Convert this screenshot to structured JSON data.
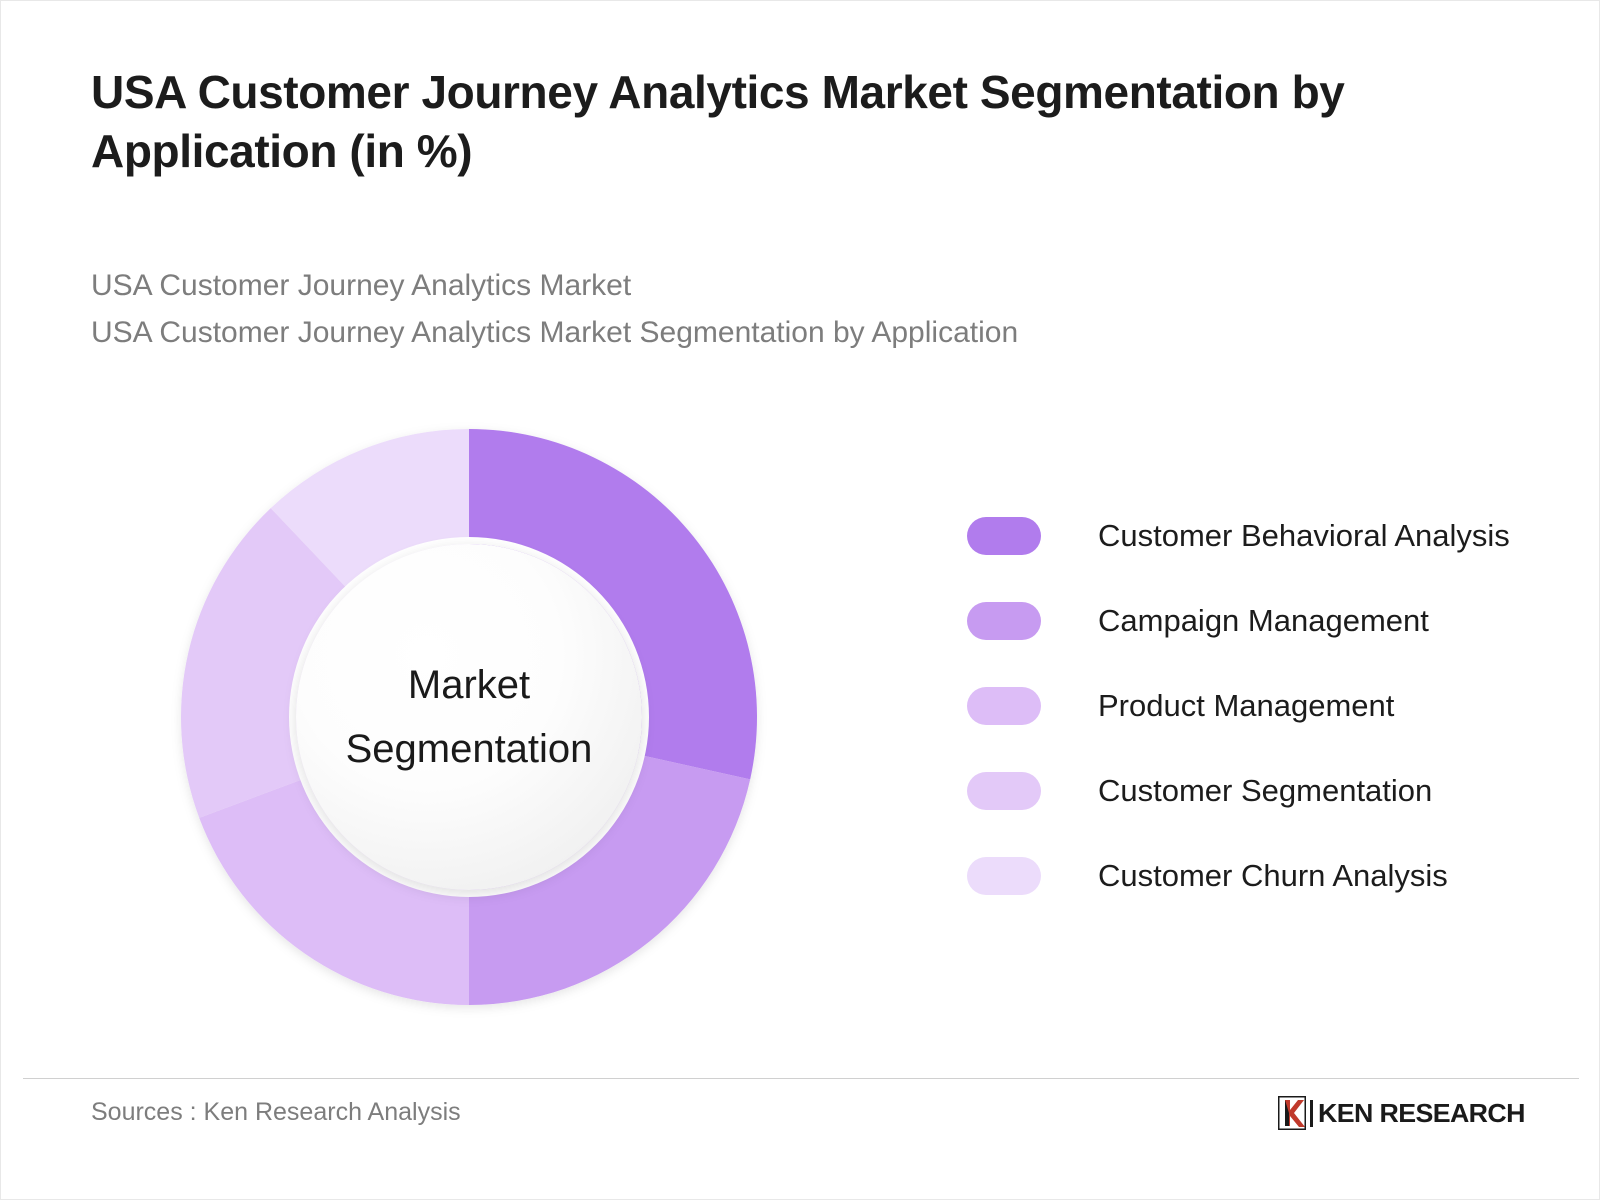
{
  "header": {
    "title": "USA Customer Journey Analytics Market Segmentation by Application (in %)",
    "subtitle_line1": "USA Customer Journey Analytics Market",
    "subtitle_line2": "USA Customer Journey Analytics Market Segmentation by Application"
  },
  "donut": {
    "center_label_line1": "Market",
    "center_label_line2": "Segmentation"
  },
  "legend": {
    "items": [
      {
        "label": "Customer Behavioral Analysis",
        "color": "#b17ced"
      },
      {
        "label": "Campaign Management",
        "color": "#c79bf1"
      },
      {
        "label": "Product Management",
        "color": "#ddbdf7"
      },
      {
        "label": "Customer Segmentation",
        "color": "#e3c9f8"
      },
      {
        "label": "Customer Churn Analysis",
        "color": "#ecdcfb"
      }
    ]
  },
  "footer": {
    "sources": "Sources : Ken Research Analysis",
    "brand_name": "KEN RESEARCH",
    "brand_mark": "ken-research-k-mark"
  },
  "chart_data": {
    "type": "pie",
    "title": "USA Customer Journey Analytics Market Segmentation by Application (in %)",
    "subtitle": "USA Customer Journey Analytics Market Segmentation by Application",
    "units": "%",
    "hole_ratio": 0.6,
    "start_angle_deg": 0,
    "direction": "clockwise",
    "legend_position": "right",
    "center_text": "Market Segmentation",
    "categories": [
      "Customer Behavioral Analysis",
      "Campaign Management",
      "Product Management",
      "Customer Segmentation",
      "Customer Churn Analysis"
    ],
    "values": [
      28,
      22,
      19,
      19,
      12
    ],
    "colors": [
      "#b17ced",
      "#c79bf1",
      "#ddbdf7",
      "#e3c9f8",
      "#ecdcfb"
    ],
    "slice_angles_deg": [
      102.5,
      77.5,
      69.5,
      67.0,
      43.5
    ],
    "xlabel": "",
    "ylabel": "",
    "grid": false
  }
}
